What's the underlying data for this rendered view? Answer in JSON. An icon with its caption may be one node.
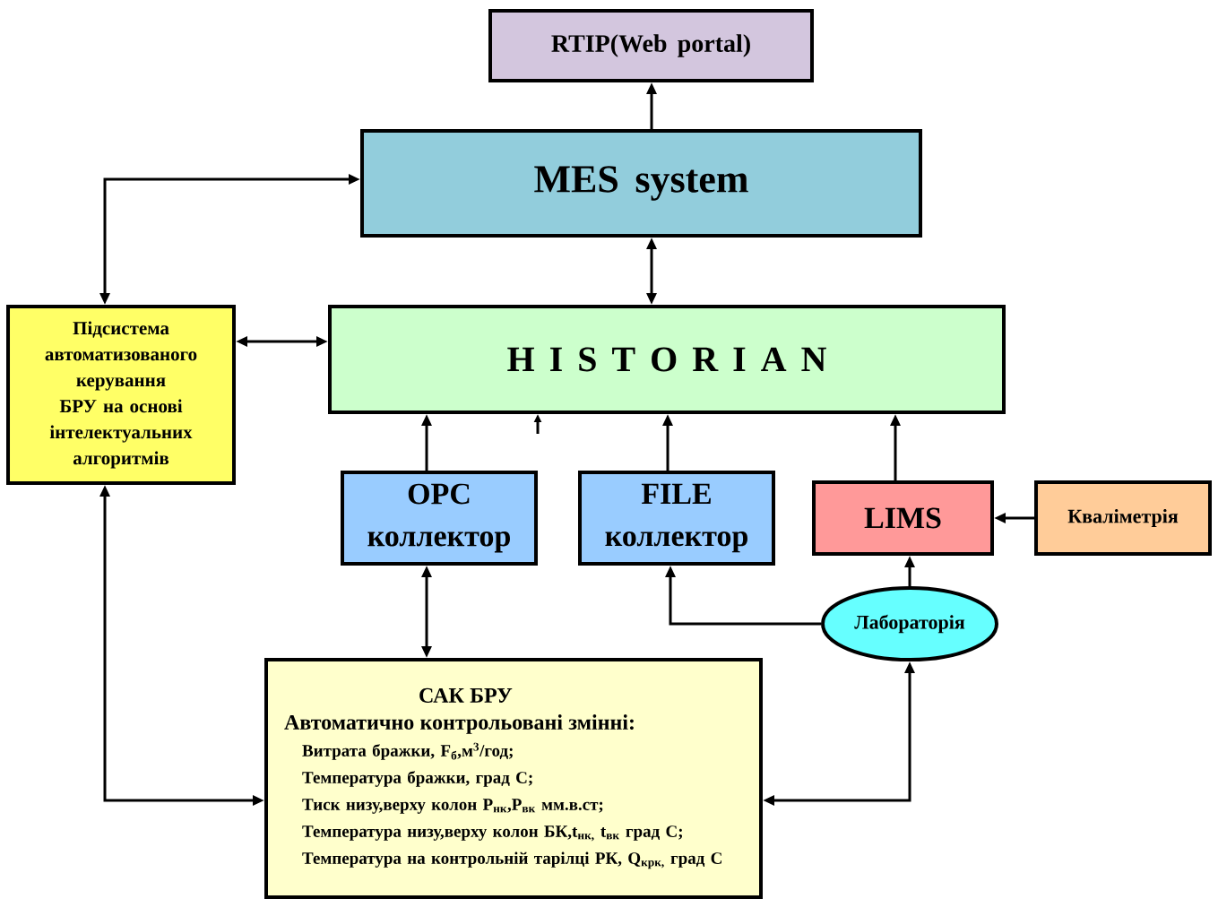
{
  "diagram": {
    "nodes": [
      {
        "text": [
          "RTIP(Web portal)"
        ]
      },
      {
        "text": [
          "MES system"
        ]
      },
      {
        "text": [
          "Підсистема автоматизованого керування БРУ на основі інтелектуальних алгоритмів"
        ]
      },
      {
        "text": [
          "H I S T O R I A N"
        ]
      },
      {
        "text": [
          "OPC коллектор"
        ]
      },
      {
        "text": [
          "FILE коллектор"
        ]
      },
      {
        "text": [
          "LIMS"
        ]
      },
      {
        "text": [
          "Кваліметрія"
        ]
      },
      {
        "text": [
          "Лабораторія"
        ]
      },
      {
        "text": [
          "САК БРУ",
          "Автоматично контрольовані змінні:",
          "Витрата бражки, F$_{б}$,м$^{3}$/год;",
          "Температура бражки, град С;",
          "Тиск низу,верху колон Р$_{нк}$,Р$_{вк}$ мм.в.ст;",
          "Температура низу,верху колон БК,t$_{нк,}$ t$_{вк}$ град С;",
          "Температура на контрольній тарілці РК, Q$_{крк,}$ град С"
        ]
      }
    ],
    "edges": [
      {
        "from": 1,
        "to": 0,
        "arrow": "to"
      },
      {
        "from": 1,
        "to": 2,
        "arrow": "both"
      },
      {
        "from": 1,
        "to": 3,
        "arrow": "both"
      },
      {
        "from": 2,
        "to": 3,
        "arrow": "both"
      },
      {
        "from": 4,
        "to": 3,
        "arrow": "to"
      },
      {
        "from": 5,
        "to": 3,
        "arrow": "to"
      },
      {
        "from": 6,
        "to": 3,
        "arrow": "to"
      },
      {
        "from": 7,
        "to": 6,
        "arrow": "to"
      },
      {
        "from": 4,
        "to": 9,
        "arrow": "both"
      },
      {
        "from": 2,
        "to": 9,
        "arrow": "both"
      },
      {
        "from": 8,
        "to": 6,
        "arrow": "to"
      },
      {
        "from": 8,
        "to": 5,
        "arrow": "to"
      },
      {
        "from": 9,
        "to": 8,
        "arrow": "both"
      },
      {
        "from": null,
        "to": 3,
        "arrow": "to"
      }
    ]
  }
}
